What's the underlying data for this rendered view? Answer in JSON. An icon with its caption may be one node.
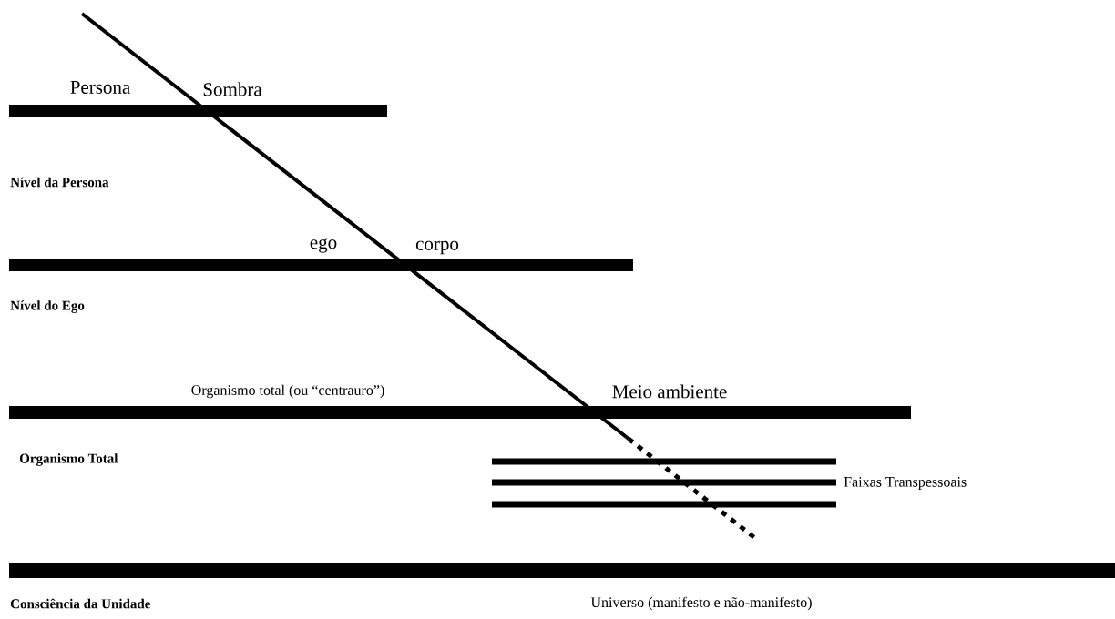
{
  "diagram": {
    "labels": [
      "Persona",
      "Sombra",
      "Nível da Persona",
      "ego",
      "corpo",
      "Nível do Ego",
      "Organismo total (ou “centrauro”)",
      "Meio ambiente",
      "Organismo Total",
      "Faixas Transpessoais",
      "Consciência da Unidade",
      "Universo (manifesto e não-manifesto)"
    ]
  }
}
